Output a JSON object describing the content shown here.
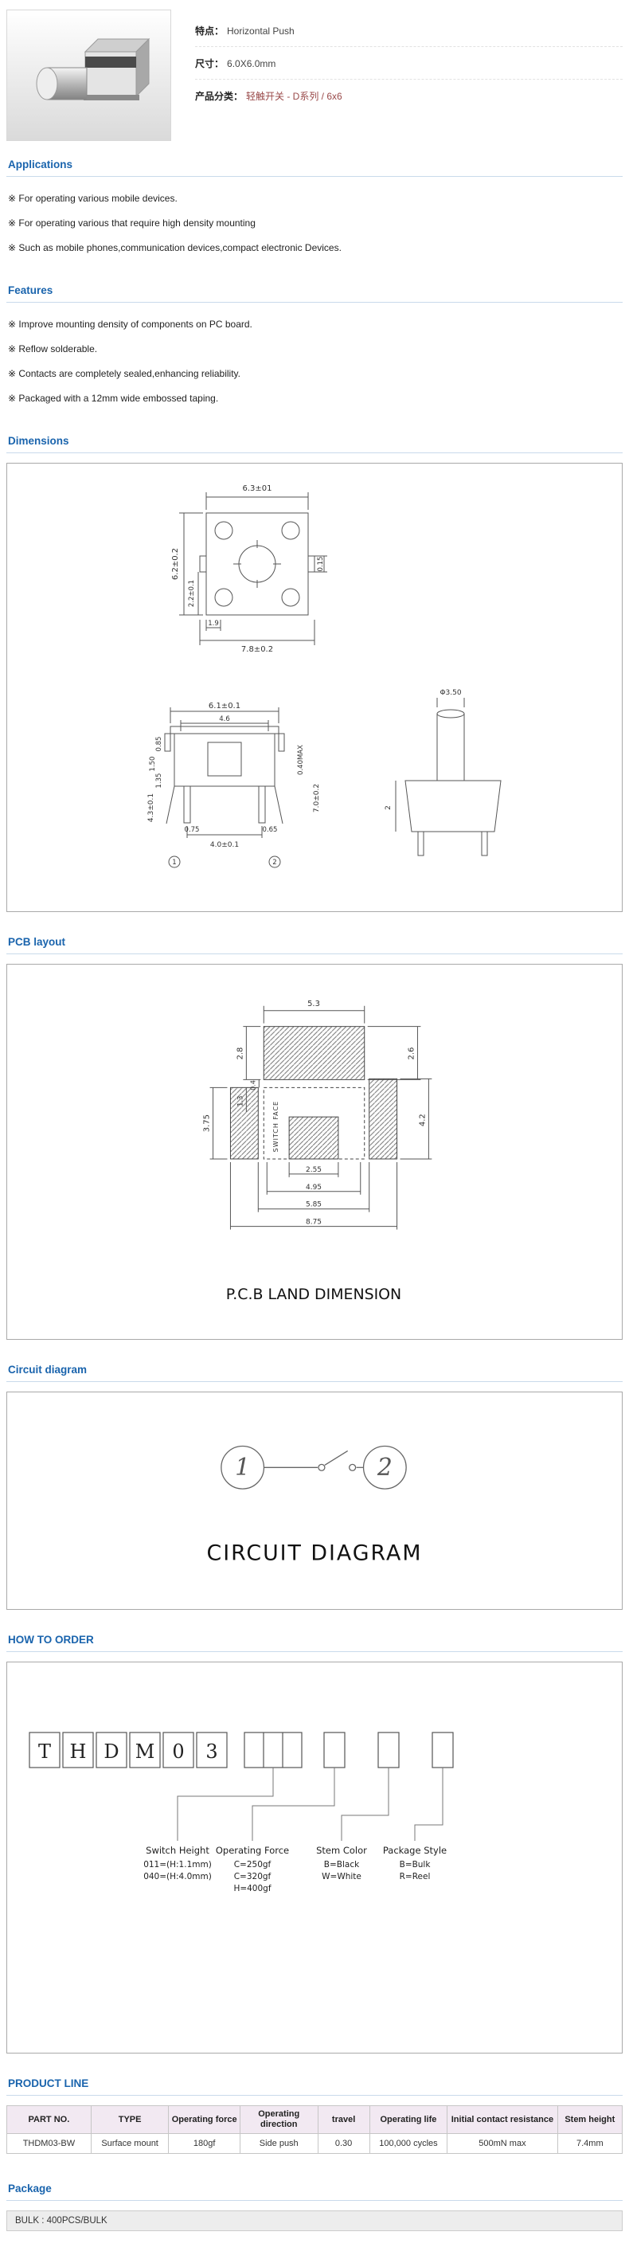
{
  "colors": {
    "section_heading": "#1a64ad",
    "category_link": "#9a4a4a",
    "table_header_bg": "#f2e9f2"
  },
  "product_header": {
    "specs": [
      {
        "label": "特点：",
        "value": "Horizontal Push"
      },
      {
        "label": "尺寸：",
        "value": "6.0X6.0mm"
      },
      {
        "label": "产品分类：",
        "value": "轻触开关 - D系列 / 6x6"
      }
    ]
  },
  "applications": {
    "title": "Applications",
    "items": [
      "※ For operating various mobile devices.",
      "※ For operating various that require high density mounting",
      "※ Such as mobile phones,communication devices,compact electronic Devices."
    ]
  },
  "features": {
    "title": "Features",
    "items": [
      "※ Improve mounting density of components on PC board.",
      "※ Reflow solderable.",
      "※ Contacts are completely sealed,enhancing reliability.",
      "※ Packaged with a 12mm wide embossed taping."
    ]
  },
  "dimensions": {
    "title": "Dimensions",
    "labels": [
      "6.3±01",
      "6.2±0.2",
      "2.2±0.1",
      "1.9",
      "7.8±0.2",
      "0.15",
      "6.1±0.1",
      "4.6",
      "0.85",
      "1.50",
      "1.35",
      "4.3±0.1",
      "0.75",
      "4.0±0.1",
      "0.65",
      "1",
      "2",
      "0.40MAX",
      "7.0±0.2",
      "Φ3.50",
      "2"
    ]
  },
  "pcb": {
    "title": "PCB layout",
    "caption": "P.C.B LAND DIMENSION",
    "labels": [
      "5.3",
      "2.8",
      "0.4",
      "2.6",
      "1.3",
      "3.75",
      "4.2",
      "2.55",
      "4.95",
      "5.85",
      "8.75",
      "SWITCH FACE"
    ]
  },
  "circuit": {
    "title": "Circuit diagram",
    "caption": "CIRCUIT DIAGRAM",
    "terminal_1": "1",
    "terminal_2": "2"
  },
  "how_to_order": {
    "title": "HOW TO ORDER",
    "code_letters": [
      "T",
      "H",
      "D",
      "M",
      "0",
      "3"
    ],
    "groups": [
      {
        "name": "Switch Height",
        "options": [
          "011=(H:1.1mm)",
          "040=(H:4.0mm)"
        ]
      },
      {
        "name": "Operating Force",
        "options": [
          "C=250gf",
          "C=320gf",
          "H=400gf"
        ]
      },
      {
        "name": "Stem Color",
        "options": [
          "B=Black",
          "W=White"
        ]
      },
      {
        "name": "Package Style",
        "options": [
          "B=Bulk",
          "R=Reel"
        ]
      }
    ]
  },
  "product_line": {
    "title": "PRODUCT LINE",
    "columns": [
      "PART NO.",
      "TYPE",
      "Operating force",
      "Operating direction",
      "travel",
      "Operating life",
      "Initial contact resistance",
      "Stem height"
    ],
    "rows": [
      [
        "THDM03-BW",
        "Surface mount",
        "180gf",
        "Side push",
        "0.30",
        "100,000 cycles",
        "500mN max",
        "7.4mm"
      ]
    ]
  },
  "package": {
    "title": "Package",
    "text": "BULK : 400PCS/BULK"
  }
}
